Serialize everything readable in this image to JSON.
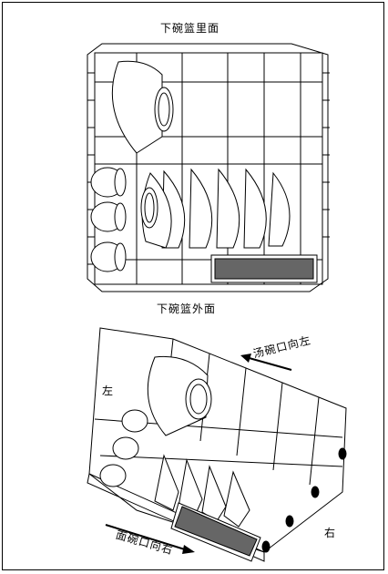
{
  "titles": {
    "inside": "下碗篮里面",
    "outside": "下碗篮外面"
  },
  "labels": {
    "left": "左",
    "right": "右",
    "soup_bowl_direction": "汤碗口向左",
    "face_bowl_direction": "面碗口向右"
  }
}
